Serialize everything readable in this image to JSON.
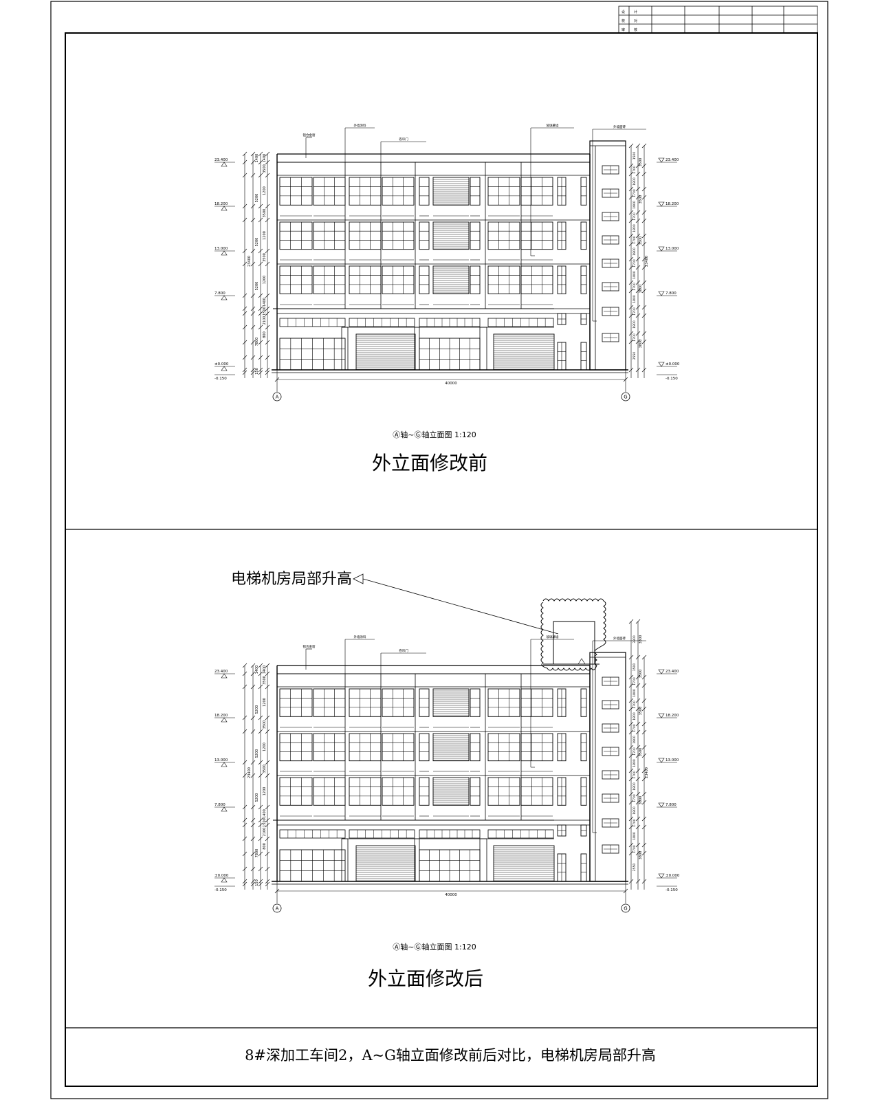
{
  "title_block": {
    "rows": [
      [
        "设",
        "计",
        "",
        "",
        "",
        "",
        "",
        "",
        ""
      ],
      [
        "校",
        "对",
        "",
        "",
        "",
        "",
        "",
        "",
        ""
      ],
      [
        "审",
        "核",
        "",
        "",
        "",
        "",
        "",
        "",
        ""
      ]
    ]
  },
  "top_drawing": {
    "title": "外立面修改前",
    "caption": "Ⓐ轴~Ⓖ轴立面图 1:120",
    "axis_left": "A",
    "axis_right": "G",
    "total_width_dim": "40000",
    "total_height_dim": "23400",
    "elevations": [
      "23.400",
      "18.200",
      "13.000",
      "7.800",
      "±0.000",
      "-0.150"
    ],
    "storey_dims_left": [
      "1400",
      "5200",
      "5200",
      "5200",
      "7800",
      "150"
    ],
    "storey_dims_right": [
      "3500",
      "3500",
      "3500",
      "3800",
      "3800"
    ],
    "callouts": [
      "铝合金窗",
      "外墙涂料",
      "卷帘门",
      "玻璃幕墙",
      "外墙面砖"
    ]
  },
  "bottom_drawing": {
    "title": "外立面修改后",
    "caption": "Ⓐ轴~Ⓖ轴立面图 1:120",
    "note": "电梯机房局部升高",
    "axis_left": "A",
    "axis_right": "G",
    "total_width_dim": "40000",
    "total_height_dim": "23400",
    "raised_dim": "3300",
    "elevations": [
      "23.400",
      "18.200",
      "13.000",
      "7.800",
      "±0.000",
      "-0.150"
    ],
    "storey_dims_left": [
      "1400",
      "5200",
      "5200",
      "5200",
      "7800",
      "150"
    ],
    "storey_dims_right": [
      "3500",
      "3500",
      "3500",
      "3800",
      "3800"
    ],
    "callouts": [
      "铝合金窗",
      "外墙涂料",
      "卷帘门",
      "玻璃幕墙",
      "外墙面砖"
    ]
  },
  "footer": {
    "text": "8#深加工车间2，A~G轴立面修改前后对比，电梯机房局部升高"
  }
}
